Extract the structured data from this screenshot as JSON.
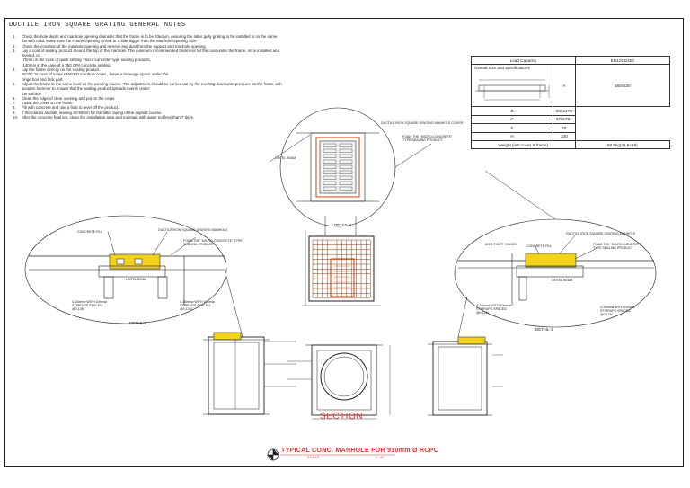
{
  "notes": {
    "title": "DUCTILE IRON SQUARE GRATING GENERAL NOTES",
    "items": [
      {
        "num": "1.",
        "text": "Check the hole depth and manhole opening diameter that the frame is to be fitted on, ensuring the latter gully grating to be installed is on the same flat with road. Make sure the Frame Opening SAME or a little bigger than the Manhole Opening Size."
      },
      {
        "num": "2.",
        "text": "Check the condition of the manhole opening and remove any dust from the support and manhole opening."
      },
      {
        "num": "3.",
        "text": "Lay a coat of sealing product around the top of the manhole. The minimum recommended thickness for the coat under the frame, once installed and leveled, is:"
      },
      {
        "num": "",
        "text": "-70mm in the case of quick setting \"micro-concrete\" type sealing products,"
      },
      {
        "num": "",
        "text": "-140mm in the case of a 350 CPA concrete sealing."
      },
      {
        "num": "4.",
        "text": "Lay the frame directly on the sealing product."
      },
      {
        "num": "",
        "text": "NOTE: In case of some HINGED manhole cover , leave a cleavage space under the",
        "italic": true
      },
      {
        "num": "",
        "text": "hinge box and lock part."
      },
      {
        "num": "5.",
        "text": "Adjust the frame to the same level as the wearing course. The adjustment should be carried out by the exerting downward pressure on the frame with wooden hammer to ensure that the sealing product spreads evenly under"
      },
      {
        "num": "",
        "text": "the surface."
      },
      {
        "num": "6.",
        "text": "Clean the edge of clear opening and put on the cover."
      },
      {
        "num": "7.",
        "text": "Install the cover on the frame."
      },
      {
        "num": "8.",
        "text": "Fill with concrete and use a float to level off the product."
      },
      {
        "num": "9.",
        "text": "If the road is asphalt, leaving 30-50mm for the latter laying of the asphalt course."
      },
      {
        "num": "10.",
        "text": "After the concrete final set, clean the installation area and maintain with water not less than 7 days."
      }
    ]
  },
  "load_table": {
    "load_capacity_label": "Load Capacity",
    "load_capacity_value": "EN124 D400",
    "size_label": "Overall size and specifications",
    "rows": [
      {
        "key": "A",
        "value": "580x530"
      },
      {
        "key": "B",
        "value": "500x470"
      },
      {
        "key": "C",
        "value": "670x791"
      },
      {
        "key": "E",
        "value": "70"
      },
      {
        "key": "H",
        "value": "100"
      }
    ],
    "weight_label": "Weight (inst.cover & frame)",
    "weight_value": "60.5kg(41.5+19)"
  },
  "labels": {
    "concrete_fill_left": "CONCRETE FILL",
    "grating_left": "DUCTILE IRON SQUARE GRATING MANHOLE",
    "micro_concrete_left": "FOAM THE \"MICRO-CONCRETE\" TYPE SEALING PRODUCT",
    "lintel_left": "LINTEL BEAM",
    "stirrups_left_a": "4-10mmø WITH 10mmø STIRRUPS SPACED @0.12M",
    "stirrups_left_b": "4-10mmø WITH 10mmø STIRRUPS SPACED @0.12M",
    "detail_left": "DETAIL-2",
    "lintel_top": "LINTEL BEAM",
    "grating_top": "DUCTILE IRON SQUARE GRATING MANHOLE COVER",
    "sealing_top": "FOAM THE \"MICRO-CONCRETE\" TYPE SEALING PRODUCT",
    "detail_mid": "DETAIL-1",
    "anti_theft": "ANTI-THEFT HINGES",
    "concrete_fill_right": "CONCRETE FILL",
    "grating_right": "DUCTILE IRON SQUARE GRATING MANHOLE",
    "micro_concrete_right": "FOAM THE \"MICRO-CONCRETE\" TYPE SEALING PRODUCT",
    "lintel_right": "LINTEL BEAM",
    "stirrups_right_a": "4-10mmø WITH 10mmø STIRRUPS SPACED @0.12M",
    "stirrups_right_b": "4-10mmø WITH 10mmø STIRRUPS SPACED @0.12M",
    "detail_right": "DETAIL-1"
  },
  "title_block": {
    "section": "SECTION",
    "main": "TYPICAL CONC. MANHOLE FOR 910mm Ø RCPC",
    "scale_label": "SCALE",
    "scale_value": "1 : 40"
  },
  "colors": {
    "title": "#e8322f",
    "line": "#1f1f1f",
    "fill_yellow": "#f2d21b",
    "frame_orange": "#d9541a",
    "rebar_brown": "#7a3a12"
  }
}
